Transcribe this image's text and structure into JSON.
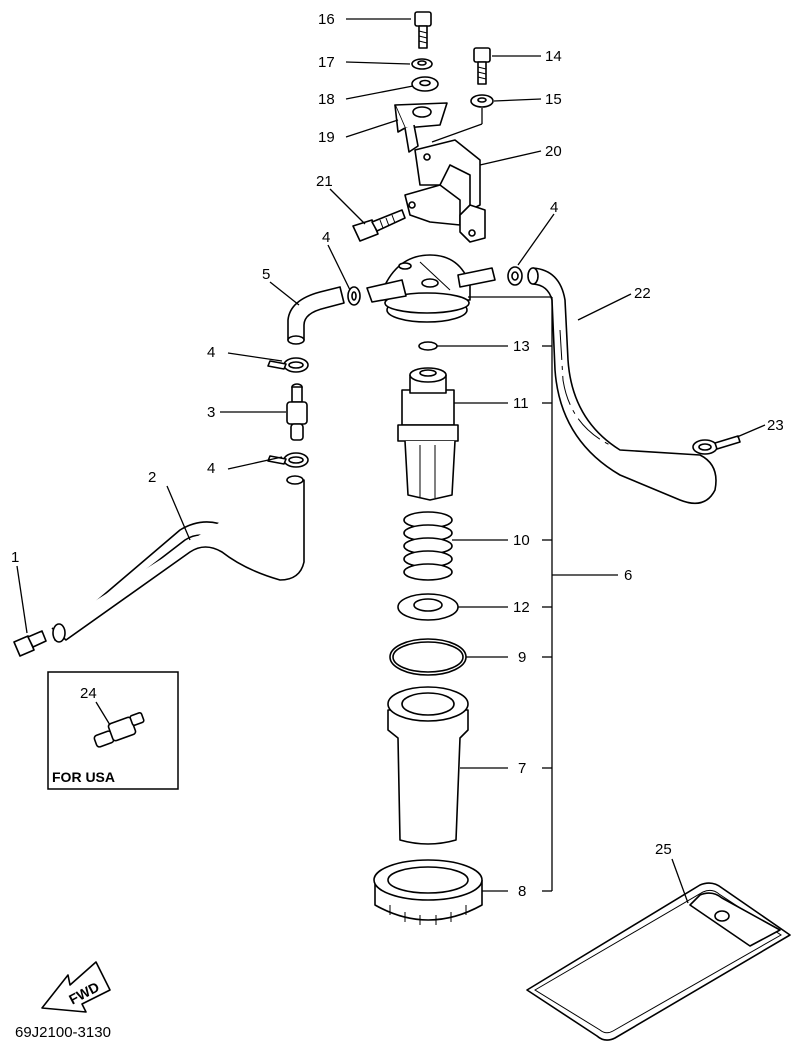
{
  "callouts": {
    "p1": "1",
    "p2": "2",
    "p3": "3",
    "p4a": "4",
    "p4b": "4",
    "p4c": "4",
    "p4d": "4",
    "p5": "5",
    "p6": "6",
    "p7": "7",
    "p8": "8",
    "p9": "9",
    "p10": "10",
    "p11": "11",
    "p12": "12",
    "p13": "13",
    "p14": "14",
    "p15": "15",
    "p16": "16",
    "p17": "17",
    "p18": "18",
    "p19": "19",
    "p20": "20",
    "p21": "21",
    "p22": "22",
    "p23": "23",
    "p24": "24",
    "p25": "25"
  },
  "inset": {
    "label": "FOR USA"
  },
  "fwd": "FWD",
  "drawing_code": "69J2100-3130"
}
